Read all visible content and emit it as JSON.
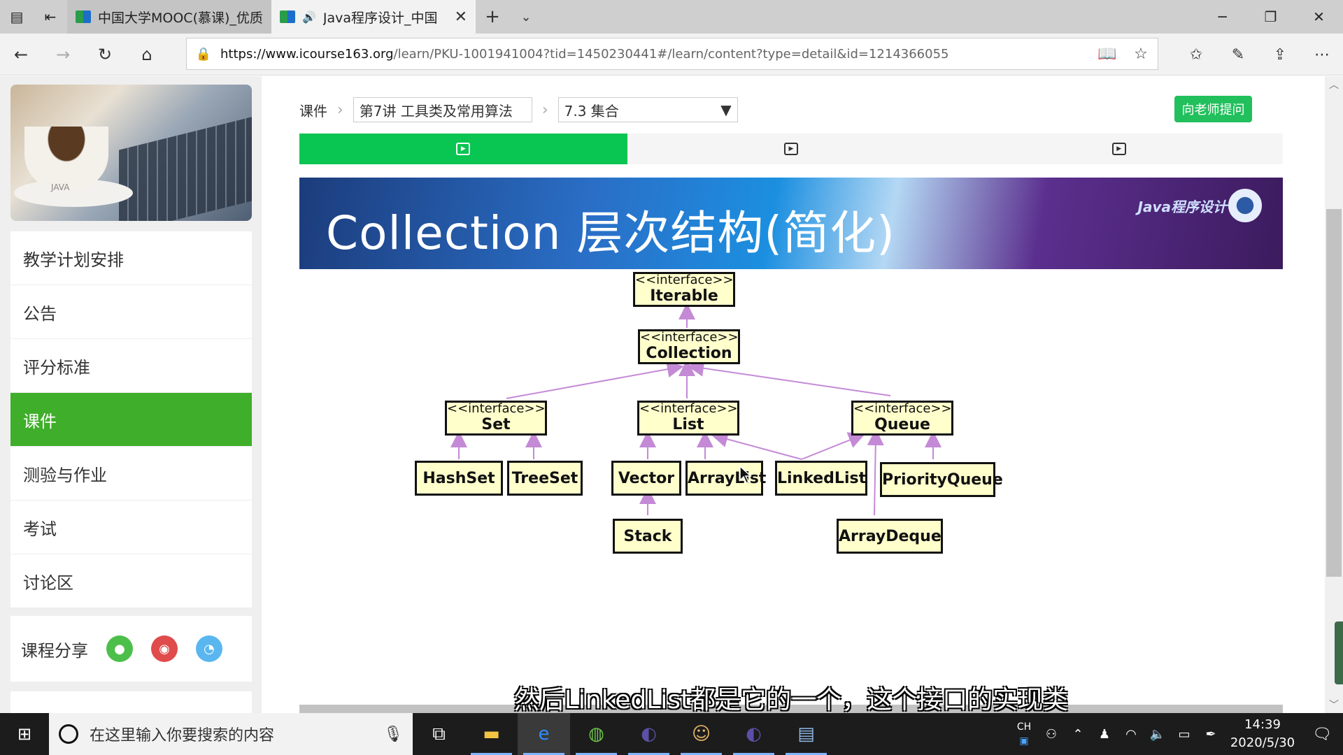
{
  "browser": {
    "tabs": [
      {
        "title": "中国大学MOOC(慕课)_优质",
        "active": false
      },
      {
        "title": "Java程序设计_中国",
        "active": true,
        "audio": "🔊"
      }
    ],
    "url_host": "https://www.icourse163.org",
    "url_path": "/learn/PKU-1001941004?tid=1450230441#/learn/content?type=detail&id=1214366055"
  },
  "sidebar": {
    "course_image_text": "JAVA",
    "items": [
      {
        "label": "教学计划安排",
        "active": false
      },
      {
        "label": "公告",
        "active": false
      },
      {
        "label": "评分标准",
        "active": false
      },
      {
        "label": "课件",
        "active": true
      },
      {
        "label": "测验与作业",
        "active": false
      },
      {
        "label": "考试",
        "active": false
      },
      {
        "label": "讨论区",
        "active": false
      }
    ],
    "share_label": "课程分享"
  },
  "content": {
    "breadcrumb_root": "课件",
    "chapter_select": "第7讲 工具类及常用算法",
    "section_select": "7.3 集合",
    "ask_button": "向老师提问"
  },
  "video": {
    "slide_title": "Collection 层次结构(简化)",
    "brand": "Java程序设计",
    "subtitle": "然后LinkedList都是它的一个，这个接口的实现类",
    "stereotype": "<<interface>>",
    "interfaces": {
      "iterable": "Iterable",
      "collection": "Collection",
      "set": "Set",
      "list": "List",
      "queue": "Queue"
    },
    "classes": {
      "hashset": "HashSet",
      "treeset": "TreeSet",
      "vector": "Vector",
      "arraylist": "ArrayList",
      "linkedlist": "LinkedList",
      "priorityqueue": "PriorityQueue",
      "stack": "Stack",
      "arraydeque": "ArrayDeque"
    }
  },
  "taskbar": {
    "search_placeholder": "在这里输入你要搜索的内容",
    "lang": "CH",
    "time": "14:39",
    "date": "2020/5/30"
  },
  "colors": {
    "accent_green": "#3fae2a",
    "tab_green": "#09c552",
    "ask_green": "#21c05c",
    "arrow": "#c48ad6"
  }
}
